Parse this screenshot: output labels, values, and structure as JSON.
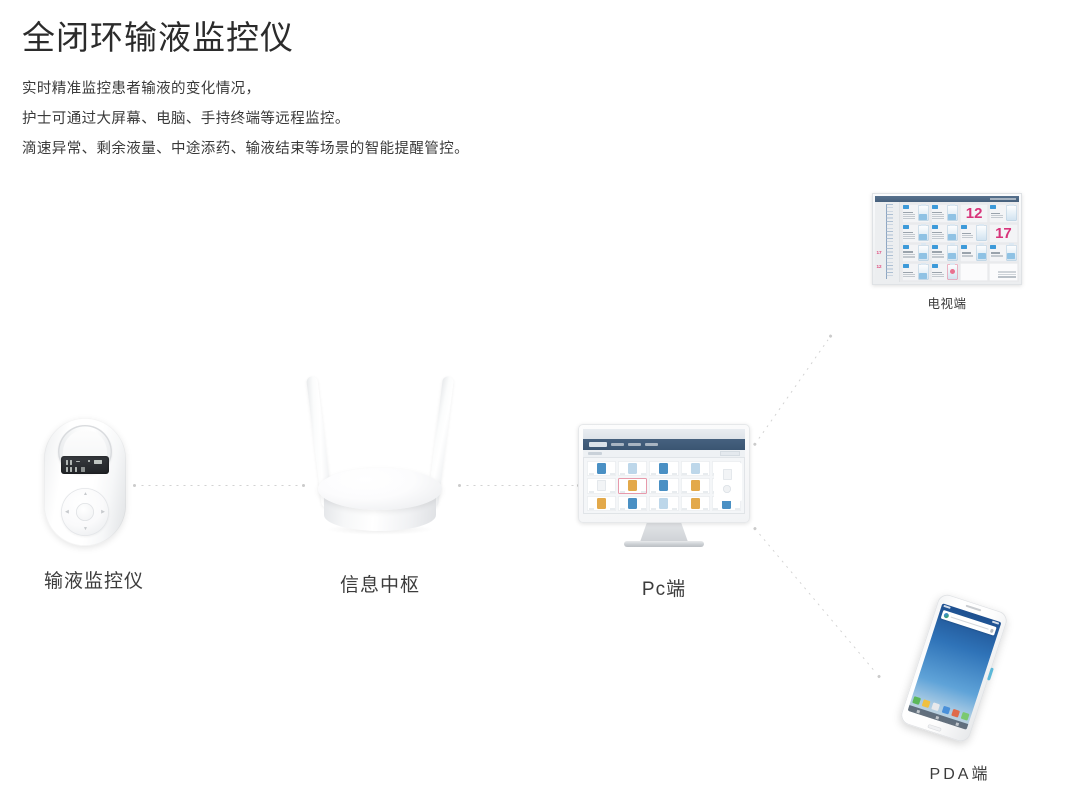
{
  "header": {
    "title": "全闭环输液监控仪",
    "description": [
      "实时精准监控患者输液的变化情况，",
      "护士可通过大屏幕、电脑、手持终端等远程监控。",
      "滴速异常、剩余液量、中途添药、输液结束等场景的智能提醒管控。"
    ]
  },
  "diagram": {
    "nodes": [
      {
        "id": "infusion-monitor",
        "label": "输液监控仪",
        "icon": "infusion-monitor-device-icon"
      },
      {
        "id": "information-hub",
        "label": "信息中枢",
        "icon": "router-device-icon"
      },
      {
        "id": "pc-terminal",
        "label": "Pc端",
        "icon": "desktop-monitor-icon"
      },
      {
        "id": "tv-terminal",
        "label": "电视端",
        "icon": "tv-wall-display-icon"
      },
      {
        "id": "pda-terminal",
        "label": "PDA端",
        "icon": "handheld-pda-icon"
      }
    ],
    "connections": [
      {
        "from": "infusion-monitor",
        "to": "information-hub",
        "style": "dotted"
      },
      {
        "from": "information-hub",
        "to": "pc-terminal",
        "style": "dotted"
      },
      {
        "from": "pc-terminal",
        "to": "tv-terminal",
        "style": "dotted"
      },
      {
        "from": "pc-terminal",
        "to": "pda-terminal",
        "style": "dotted"
      }
    ]
  },
  "tv_screen": {
    "alert_numbers": [
      "12",
      "17"
    ],
    "sidebar_numbers": [
      "17",
      "12"
    ]
  },
  "colors": {
    "title_text": "#2b2b2b",
    "body_text": "#3a3a3a",
    "label_text": "#3c3c3c",
    "connector": "#d2d2d2",
    "tv_alert_magenta": "#d8347a",
    "pc_navbar": "#3b5572",
    "tile_blue": "#4a90c4",
    "tile_orange": "#e3a94a",
    "pda_screen_blue": "#2f73b8"
  }
}
